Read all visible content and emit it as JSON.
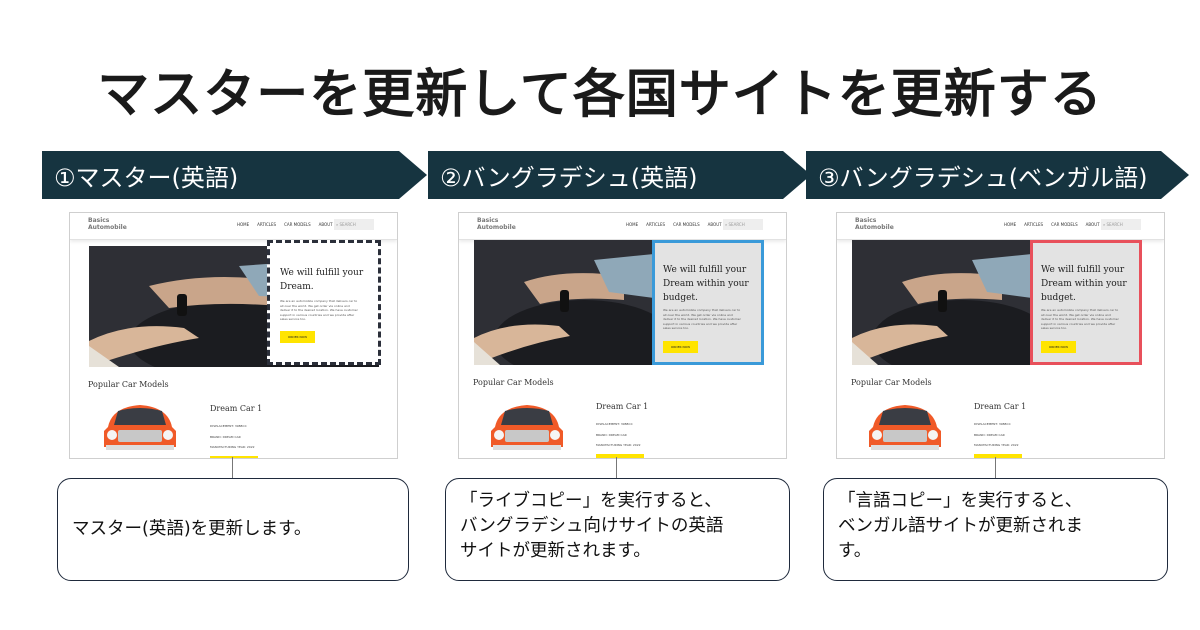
{
  "title": "マスターを更新して各国サイトを更新する",
  "steps": [
    {
      "label": "①マスター(英語)"
    },
    {
      "label": "②バングラデシュ(英語)"
    },
    {
      "label": "③バングラデシュ(ベンガル語)"
    }
  ],
  "screens": [
    {
      "logo_line1": "Basics",
      "logo_line2": "Automobile",
      "nav": [
        "HOME",
        "ARTICLES",
        "CAR MODELS",
        "ABOUT US"
      ],
      "search_placeholder": "SEARCH",
      "hero_title": "We will fulfill your Dream.",
      "hero_text": "We are an automobile company that delivers car to all over the world. We get order via online and deliver it to the desired location. We have customer support in various countries and we provide after sales service too.",
      "order_button": "ORDER NOW",
      "highlight": "dashed",
      "highlight_color": "#2b2f3a",
      "section_title": "Popular Car Models",
      "car_name": "Dream Car 1",
      "specs": [
        "DISPLACEMENT: 3988CC",
        "BRAND: DREAM CAR",
        "MANUFACTURING YEAR: 2022"
      ]
    },
    {
      "logo_line1": "Basics",
      "logo_line2": "Automobile",
      "nav": [
        "HOME",
        "ARTICLES",
        "CAR MODELS",
        "ABOUT US"
      ],
      "search_placeholder": "SEARCH",
      "hero_title": "We will fulfill your Dream within your budget.",
      "hero_text": "We are an automobile company that delivers car to all over the world. We get order via online and deliver it to the desired location. We have customer support in various countries and we provide after sales service too.",
      "order_button": "ORDER NOW",
      "highlight": "solid",
      "highlight_color": "#3a9ad9",
      "section_title": "Popular Car Models",
      "car_name": "Dream Car 1",
      "specs": [
        "DISPLACEMENT: 3988CC",
        "BRAND: DREAM CAR",
        "MANUFACTURING YEAR: 2022"
      ]
    },
    {
      "logo_line1": "Basics",
      "logo_line2": "Automobile",
      "nav": [
        "HOME",
        "ARTICLES",
        "CAR MODELS",
        "ABOUT US"
      ],
      "search_placeholder": "SEARCH",
      "hero_title": "We will fulfill your Dream within your budget.",
      "hero_text": "We are an automobile company that delivers car to all over the world. We get order via online and deliver it to the desired location. We have customer support in various countries and we provide after sales service too.",
      "order_button": "ORDER NOW",
      "highlight": "solid",
      "highlight_color": "#e8505b",
      "section_title": "Popular Car Models",
      "car_name": "Dream Car 1",
      "specs": [
        "DISPLACEMENT: 3988CC",
        "BRAND: DREAM CAR",
        "MANUFACTURING YEAR: 2022"
      ]
    }
  ],
  "callouts": [
    {
      "lines": [
        "マスター(英語)を更新します。"
      ]
    },
    {
      "lines": [
        "「ライブコピー」を実行すると、",
        "バングラデシュ向けサイトの英語",
        "サイトが更新されます。"
      ]
    },
    {
      "lines": [
        "「言語コピー」を実行すると、",
        "ベンガル語サイトが更新されま",
        "す。"
      ]
    }
  ],
  "colors": {
    "banner": "#163440",
    "accent_yellow": "#ffe400",
    "car": "#f05a28"
  }
}
